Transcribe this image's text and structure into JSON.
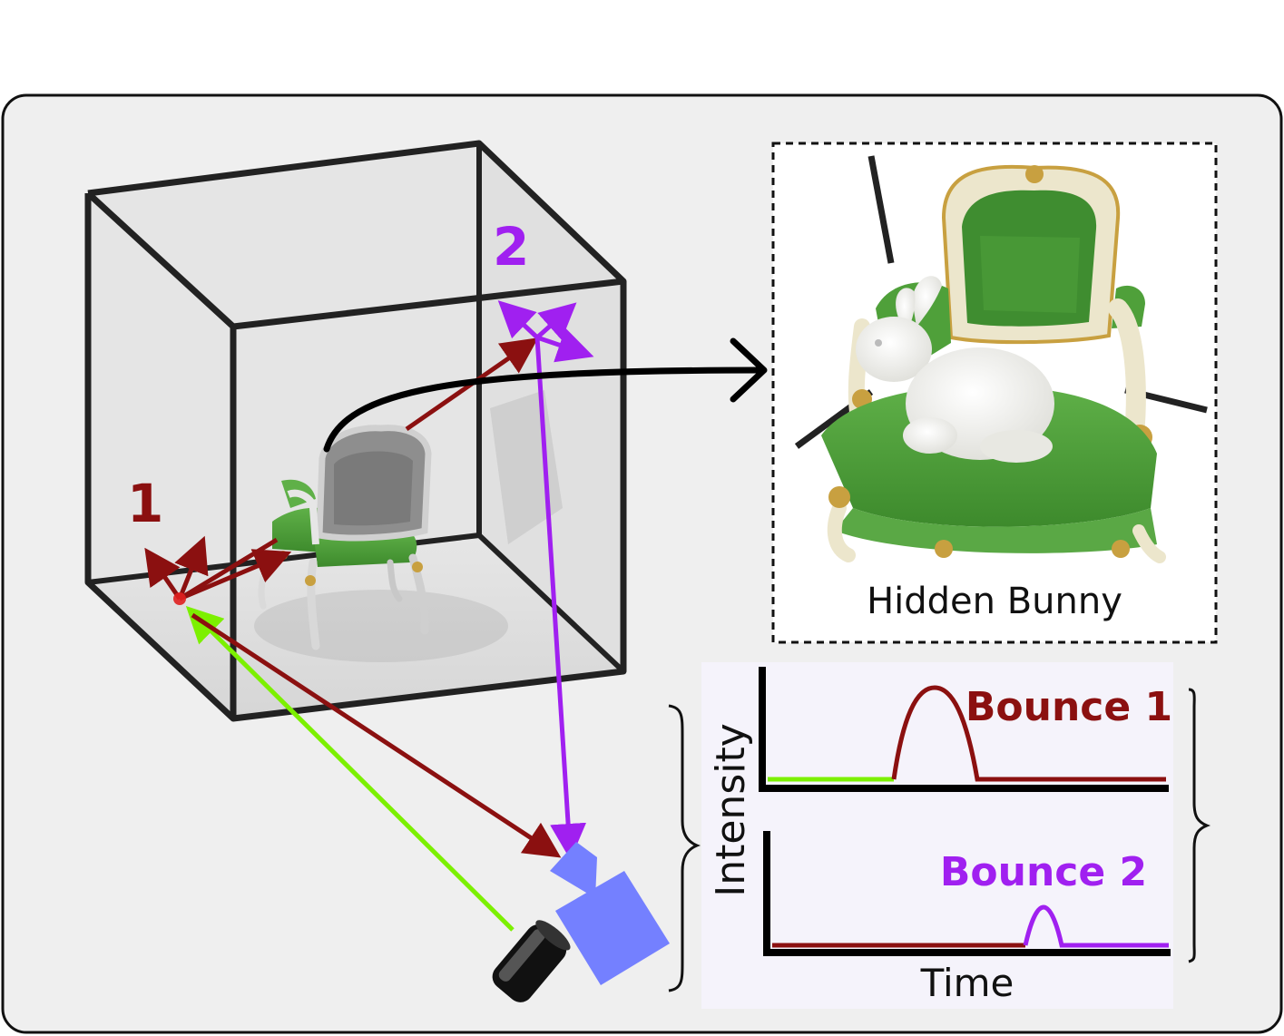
{
  "labels": {
    "bounce_point_1": "1",
    "bounce_point_2": "2",
    "hidden_caption": "Hidden Bunny",
    "bounce1": "Bounce 1",
    "bounce2": "Bounce 2",
    "y_axis": "Intensity",
    "x_axis": "Time"
  },
  "colors": {
    "panel_bg": "#efefef",
    "bounce1": "#8b1010",
    "bounce2": "#a020f0",
    "laser": "#7cf000",
    "camera": "#7480ff",
    "plot_bg": "#f5f3fb",
    "chair_green": "#4fa03a",
    "chair_frame": "#ece6cc",
    "chair_gold": "#c8a040"
  }
}
